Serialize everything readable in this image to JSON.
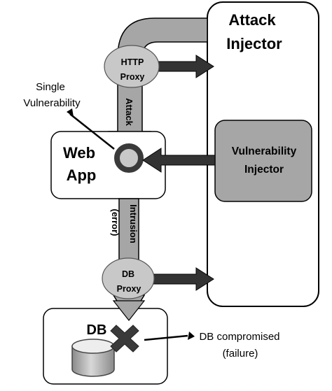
{
  "attack_injector": {
    "line1": "Attack",
    "line2": "Injector"
  },
  "http_proxy": {
    "line1": "HTTP",
    "line2": "Proxy"
  },
  "attack_label": "Attack",
  "single_vulnerability": {
    "line1": "Single",
    "line2": "Vulnerability"
  },
  "web_app": {
    "line1": "Web",
    "line2": "App"
  },
  "vulnerability_injector": {
    "line1": "Vulnerability",
    "line2": "Injector"
  },
  "intrusion_label": "Intrusion",
  "error_label": "(error)",
  "db_proxy": {
    "line1": "DB",
    "line2": "Proxy"
  },
  "db_label": "DB",
  "db_compromised": {
    "line1": "DB compromised",
    "line2": "(failure)"
  },
  "colors": {
    "fill_gray": "#a6a6a6",
    "fill_light": "#c8c8c8",
    "dark": "#333333",
    "line": "#000000"
  }
}
